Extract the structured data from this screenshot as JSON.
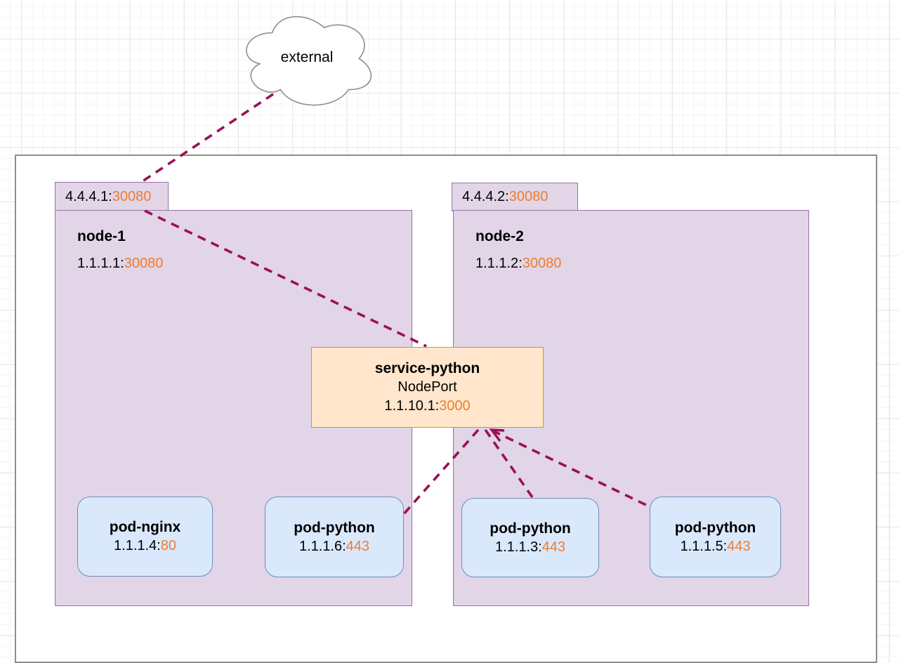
{
  "external": {
    "label": "external"
  },
  "nodes": [
    {
      "name": "node-1",
      "ip": "1.1.1.1:",
      "port": "30080",
      "tag": {
        "ip": "4.4.4.1:",
        "port": "30080"
      }
    },
    {
      "name": "node-2",
      "ip": "1.1.1.2:",
      "port": "30080",
      "tag": {
        "ip": "4.4.4.2:",
        "port": "30080"
      }
    }
  ],
  "service": {
    "name": "service-python",
    "type": "NodePort",
    "ip": "1.1.10.1:",
    "port": "3000"
  },
  "pods": [
    {
      "name": "pod-nginx",
      "ip": "1.1.1.4:",
      "port": "80"
    },
    {
      "name": "pod-python",
      "ip": "1.1.1.6:",
      "port": "443"
    },
    {
      "name": "pod-python",
      "ip": "1.1.1.3:",
      "port": "443"
    },
    {
      "name": "pod-python",
      "ip": "1.1.1.5:",
      "port": "443"
    }
  ],
  "colors": {
    "edge": "#9c1056",
    "port_text": "#ed7d31",
    "node_fill": "#e1d5e7",
    "node_border": "#9673a6",
    "service_fill": "#ffe6cc",
    "service_border": "#d79b00",
    "pod_fill": "#dae8fc",
    "pod_border": "#6c8ebf",
    "cloud_border": "#8f8f8f"
  }
}
